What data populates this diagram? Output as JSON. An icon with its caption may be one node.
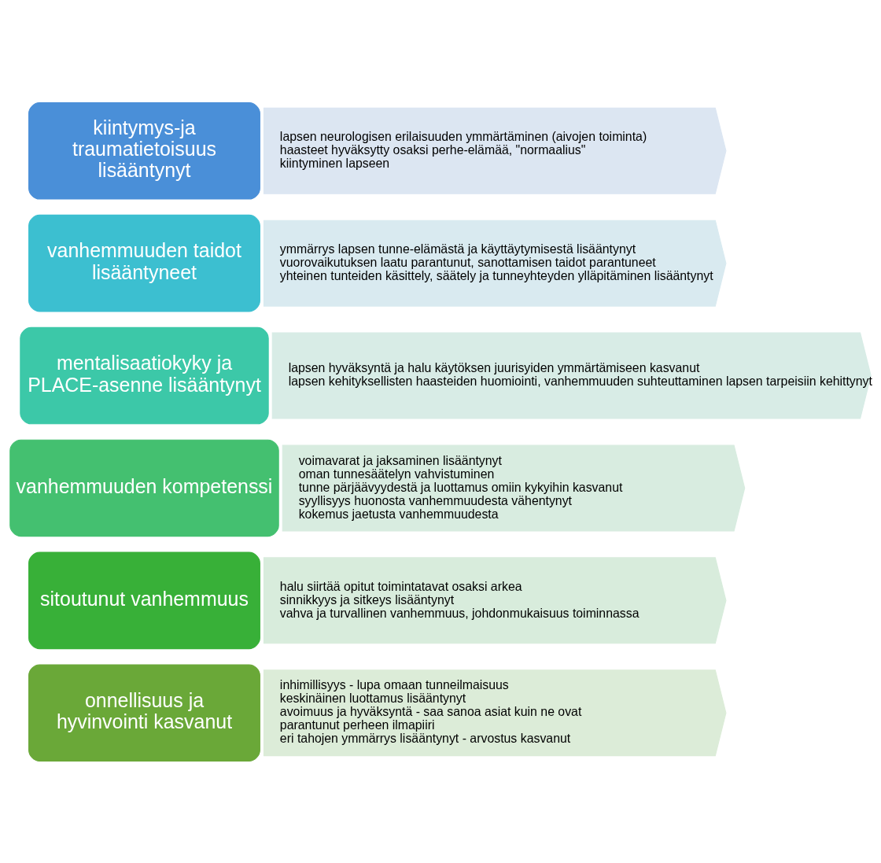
{
  "diagram": {
    "nodes": [
      {
        "text": [
          "kiintymys-ja traumatietoisuus lisääntynyt"
        ]
      },
      {
        "text": [
          "lapsen neurologisen erilaisuuden ymmärtäminen (aivojen toiminta)",
          "haasteet hyväksytty osaksi perhe-elämää, \"normaalius\"",
          "kiintyminen lapseen"
        ]
      },
      {
        "text": [
          "vanhemmuuden taidot lisääntyneet"
        ]
      },
      {
        "text": [
          "ymmärrys lapsen tunne-elämästä ja käyttäytymisestä lisääntynyt",
          "vuorovaikutuksen laatu parantunut, sanottamisen taidot parantuneet",
          "yhteinen tunteiden käsittely, säätely ja tunneyhteyden ylläpitäminen lisääntynyt"
        ]
      },
      {
        "text": [
          "mentalisaatiokyky ja PLACE-asenne lisääntynyt"
        ]
      },
      {
        "text": [
          "lapsen hyväksyntä ja halu käytöksen juurisyiden ymmärtämiseen kasvanut",
          "lapsen kehityksellisten haasteiden huomiointi, vanhemmuuden suhteuttaminen lapsen tarpeisiin kehittynyt"
        ]
      },
      {
        "text": [
          "vanhemmuuden kompetenssi"
        ]
      },
      {
        "text": [
          "voimavarat ja jaksaminen lisääntynyt",
          "oman tunnesäätelyn vahvistuminen",
          "tunne pärjäävyydestä ja luottamus omiin kykyihin kasvanut",
          "syyllisyys huonosta vanhemmuudesta vähentynyt",
          "kokemus jaetusta vanhemmuudesta"
        ]
      },
      {
        "text": [
          "sitoutunut vanhemmuus"
        ]
      },
      {
        "text": [
          "halu siirtää opitut toimintatavat osaksi arkea",
          "sinnikkyys ja sitkeys lisääntynyt",
          "vahva ja turvallinen vanhemmuus, johdonmukaisuus toiminnassa"
        ]
      },
      {
        "text": [
          "onnellisuus ja hyvinvointi kasvanut"
        ]
      },
      {
        "text": [
          "inhimillisyys - lupa omaan tunneilmaisuus",
          "keskinäinen luottamus lisääntynyt",
          "avoimuus ja hyväksyntä - saa sanoa asiat kuin ne ovat",
          "parantunut perheen ilmapiiri",
          "eri tahojen ymmärrys lisääntynyt - arvostus kasvanut"
        ]
      }
    ]
  }
}
